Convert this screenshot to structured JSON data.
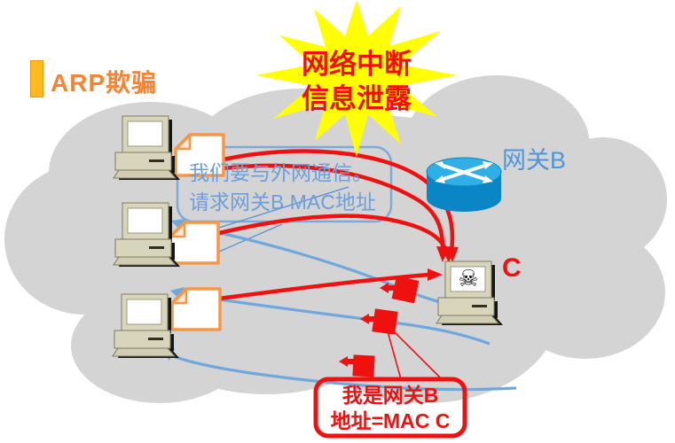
{
  "title": {
    "label": "ARP欺骗"
  },
  "starburst": {
    "line1": "网络中断",
    "line2": "信息泄露"
  },
  "request_bubble": {
    "line1": "我们要与外网通信。",
    "line2": "请求网关B MAC地址"
  },
  "spoof_bubble": {
    "line1": "我是网关B",
    "line2": "地址=MAC C"
  },
  "labels": {
    "gateway": "网关B",
    "attacker": "C"
  },
  "icons": {
    "skull_icon": "☠"
  },
  "network": {
    "host_count": 3,
    "packet_count": 3
  },
  "colors": {
    "cloud": "#D4D4D4",
    "starburst_yellow": "#FFFF00",
    "red": "#EF1010",
    "blue_line": "#6FA8DC",
    "bubble_border_blue": "#7FA9D8",
    "doc_orange": "#F79646",
    "title_orange": "#F58434",
    "computer_beige": "#D8D5BD",
    "router_blue_top": "#2EB0E6",
    "router_blue_side": "#0A85C6"
  }
}
